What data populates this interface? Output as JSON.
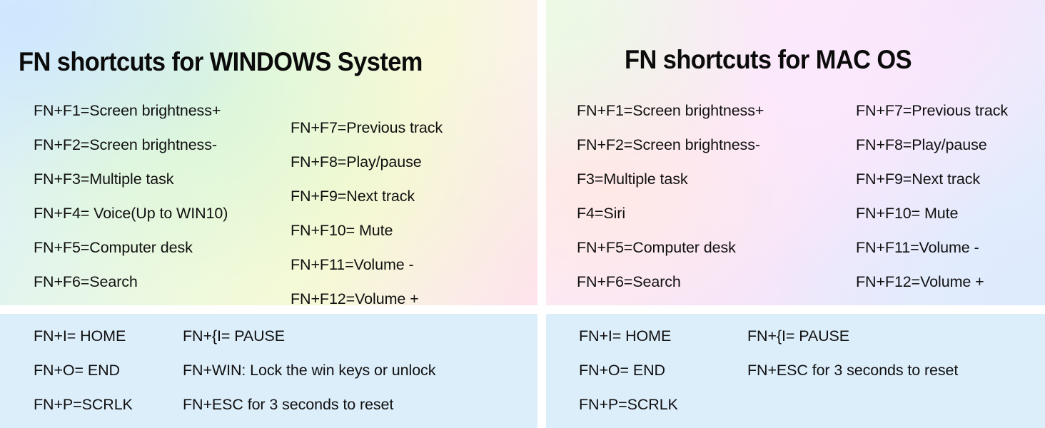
{
  "page": {
    "background_color": "#ffffff",
    "gap_color": "#ffffff",
    "text_color": "#101010"
  },
  "panels": {
    "windows_main": {
      "title": "FN shortcuts for WINDOWS System",
      "background_note": "pastel gradient blue-green-yellow-pink",
      "column_left": [
        "FN+F1=Screen brightness+",
        "FN+F2=Screen brightness-",
        "FN+F3=Multiple task",
        "FN+F4= Voice(Up to WIN10)",
        "FN+F5=Computer desk",
        "FN+F6=Search"
      ],
      "column_right": [
        "FN+F7=Previous track",
        "FN+F8=Play/pause",
        "FN+F9=Next track",
        "FN+F10= Mute",
        "FN+F11=Volume -",
        "FN+F12=Volume +"
      ]
    },
    "mac_main": {
      "title": "FN shortcuts for MAC OS",
      "background_note": "pastel gradient pink-lavender-blue",
      "column_left": [
        "FN+F1=Screen brightness+",
        "FN+F2=Screen brightness-",
        "F3=Multiple task",
        "F4=Siri",
        "FN+F5=Computer desk",
        "FN+F6=Search"
      ],
      "column_right": [
        "FN+F7=Previous track",
        "FN+F8=Play/pause",
        "FN+F9=Next track",
        "FN+F10= Mute",
        "FN+F11=Volume -",
        "FN+F12=Volume +"
      ]
    },
    "windows_extra": {
      "background_color": "#ddeefb",
      "column_left": [
        "FN+I= HOME",
        "FN+O= END",
        "FN+P=SCRLK"
      ],
      "column_right": [
        "FN+{I= PAUSE",
        "FN+WIN: Lock the win keys or unlock",
        "FN+ESC for 3 seconds to reset"
      ]
    },
    "mac_extra": {
      "background_color": "#ddeefb",
      "column_left": [
        "FN+I= HOME",
        "FN+O= END",
        "FN+P=SCRLK"
      ],
      "column_right": [
        "FN+{I= PAUSE",
        "FN+ESC for 3 seconds to reset"
      ]
    }
  }
}
